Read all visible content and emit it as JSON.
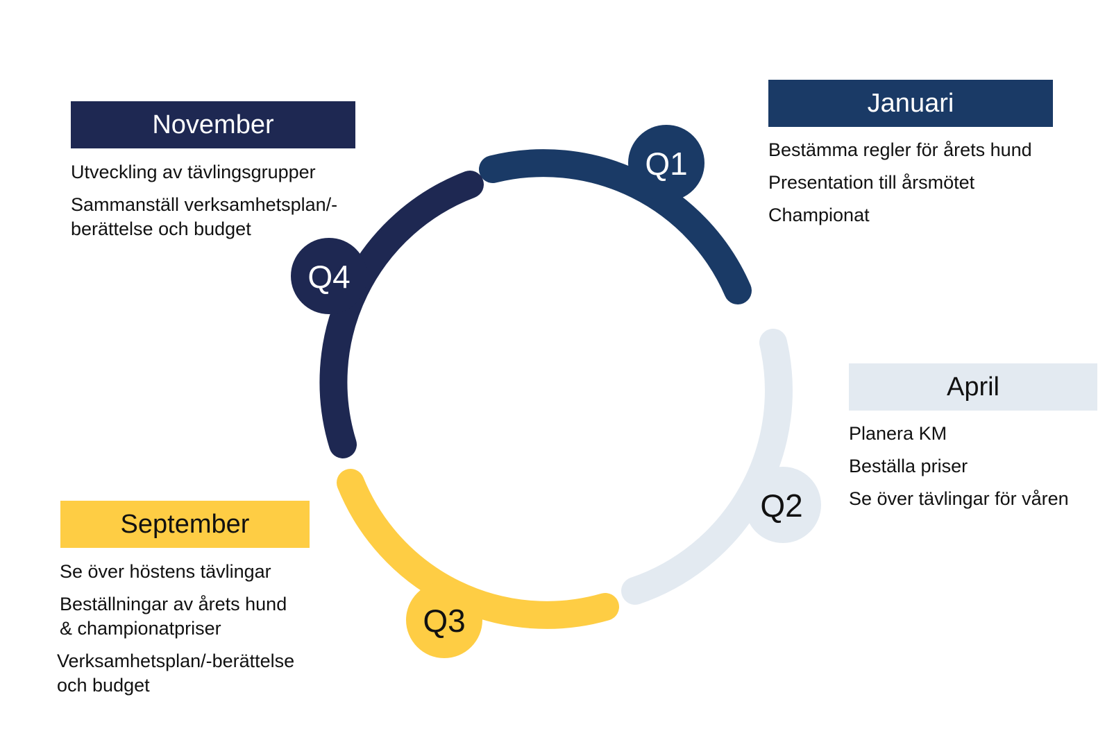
{
  "colors": {
    "q1": "#1a3a66",
    "q2": "#e3eaf1",
    "q3": "#fecd44",
    "q4": "#1e2852",
    "text_dark": "#111111",
    "text_light": "#ffffff"
  },
  "quarters": {
    "q1": {
      "label": "Q1",
      "month": "Januari",
      "items": [
        "Bestämma regler för årets hund",
        "Presentation till årsmötet",
        "Championat"
      ]
    },
    "q2": {
      "label": "Q2",
      "month": "April",
      "items": [
        "Planera KM",
        "Beställa priser",
        "Se över tävlingar för våren"
      ]
    },
    "q3": {
      "label": "Q3",
      "month": "September",
      "items": [
        "Se över höstens tävlingar",
        "Beställningar av årets hund",
        "& championatpriser",
        "Verksamhetsplan/-berättelse",
        "och budget"
      ]
    },
    "q4": {
      "label": "Q4",
      "month": "November",
      "items": [
        "Utveckling av tävlingsgrupper",
        "Sammanställ verksamhetsplan/-",
        "berättelse och budget"
      ]
    }
  }
}
